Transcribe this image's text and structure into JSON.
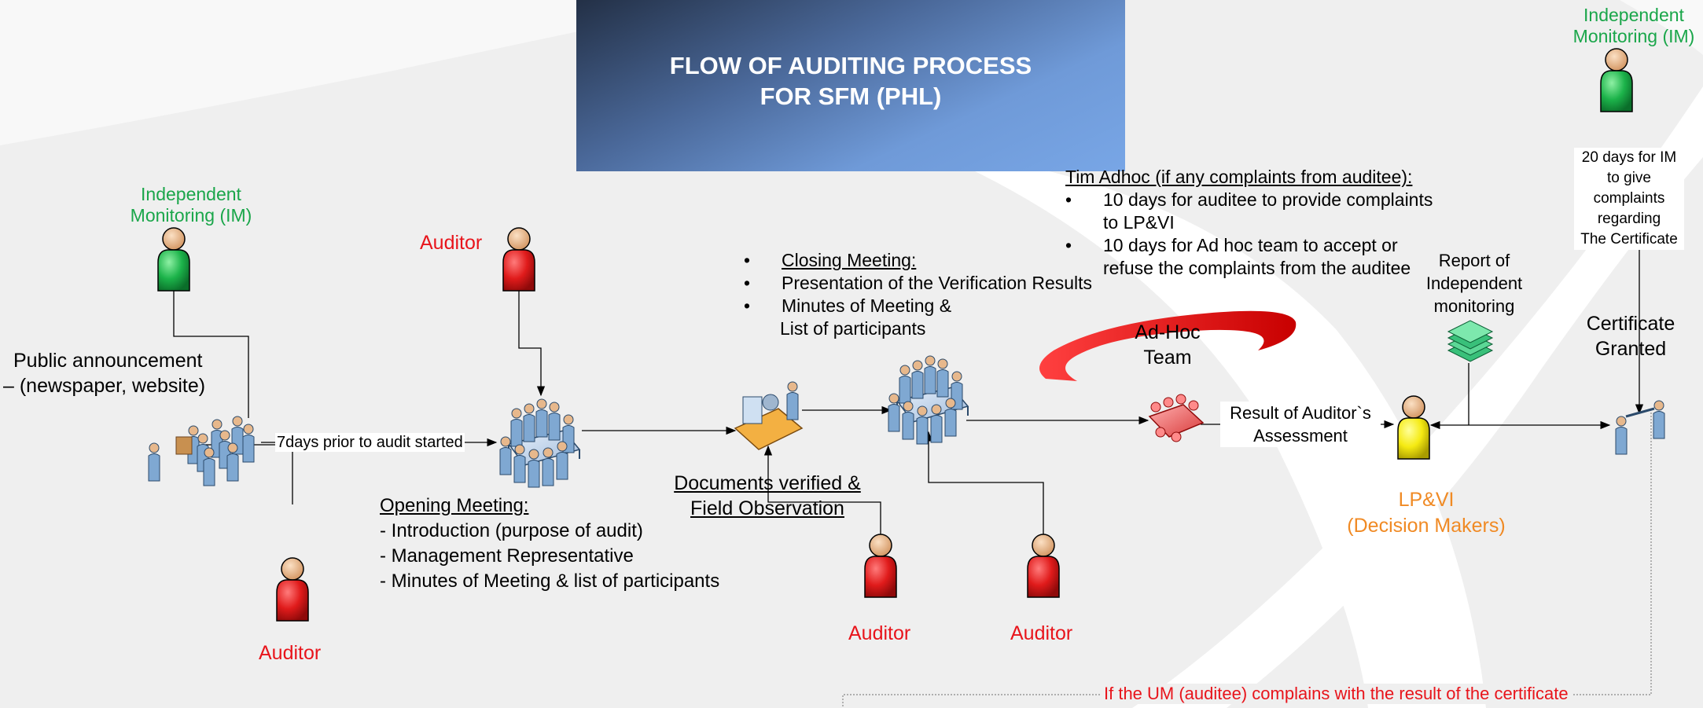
{
  "banner": {
    "title_line1": "FLOW OF AUDITING PROCESS",
    "title_line2": "FOR SFM (PHL)"
  },
  "im_left": {
    "line1": "Independent",
    "line2": "Monitoring (IM)"
  },
  "im_right": {
    "line1": "Independent",
    "line2": "Monitoring (IM)"
  },
  "public": {
    "line1": "Public announcement",
    "line2": "– (newspaper, website)"
  },
  "arrow_label_7days": "7days prior to audit started",
  "auditor_label": "Auditor",
  "opening": {
    "heading": "Opening Meeting:",
    "items": [
      "- Introduction (purpose of audit)",
      "- Management Representative",
      "- Minutes of Meeting & list of participants"
    ]
  },
  "documents": {
    "line1": "Documents verified &",
    "line2": "Field Observation"
  },
  "closing": {
    "heading": "Closing Meeting:",
    "item1": "Presentation of the Verification Results",
    "item2_line1": "Minutes of Meeting &",
    "item2_line2": "List of participants"
  },
  "adhoc_note": {
    "heading": "Tim Adhoc (if any complaints from auditee):",
    "item1_line1": "10 days for auditee to provide complaints",
    "item1_line2": "to LP&VI",
    "item2_line1": "10 days for Ad hoc team to accept or",
    "item2_line2": "refuse the complaints from the auditee"
  },
  "adhoc_team": {
    "line1": "Ad-Hoc",
    "line2": "Team"
  },
  "result": {
    "line1": "Result of Auditor`s",
    "line2": "Assessment"
  },
  "report": {
    "line1": "Report of",
    "line2": "Independent",
    "line3": "monitoring"
  },
  "lpvi": {
    "line1": "LP&VI",
    "line2": "(Decision Makers)"
  },
  "certificate": {
    "line1": "Certificate",
    "line2": "Granted"
  },
  "im_days": {
    "line1": "20 days for IM",
    "line2": "to give",
    "line3": "complaints",
    "line4": "regarding",
    "line5": "The Certificate"
  },
  "complaint_note": "If the UM (auditee) complains with the result of the certificate",
  "colors": {
    "banner_dark": "#233046",
    "banner_light": "#78a6e6",
    "auditor_red": "#e8141b",
    "im_green": "#1aa64a",
    "lpvi_orange": "#f08a24",
    "adhoc_red": "#e8141b"
  },
  "icons": [
    "auditor-person-icon",
    "im-person-icon",
    "lpvi-person-icon",
    "crowd-icon",
    "meeting-table-icon",
    "document-desk-icon",
    "adhoc-table-icon",
    "report-stack-icon",
    "handshake-icon"
  ]
}
